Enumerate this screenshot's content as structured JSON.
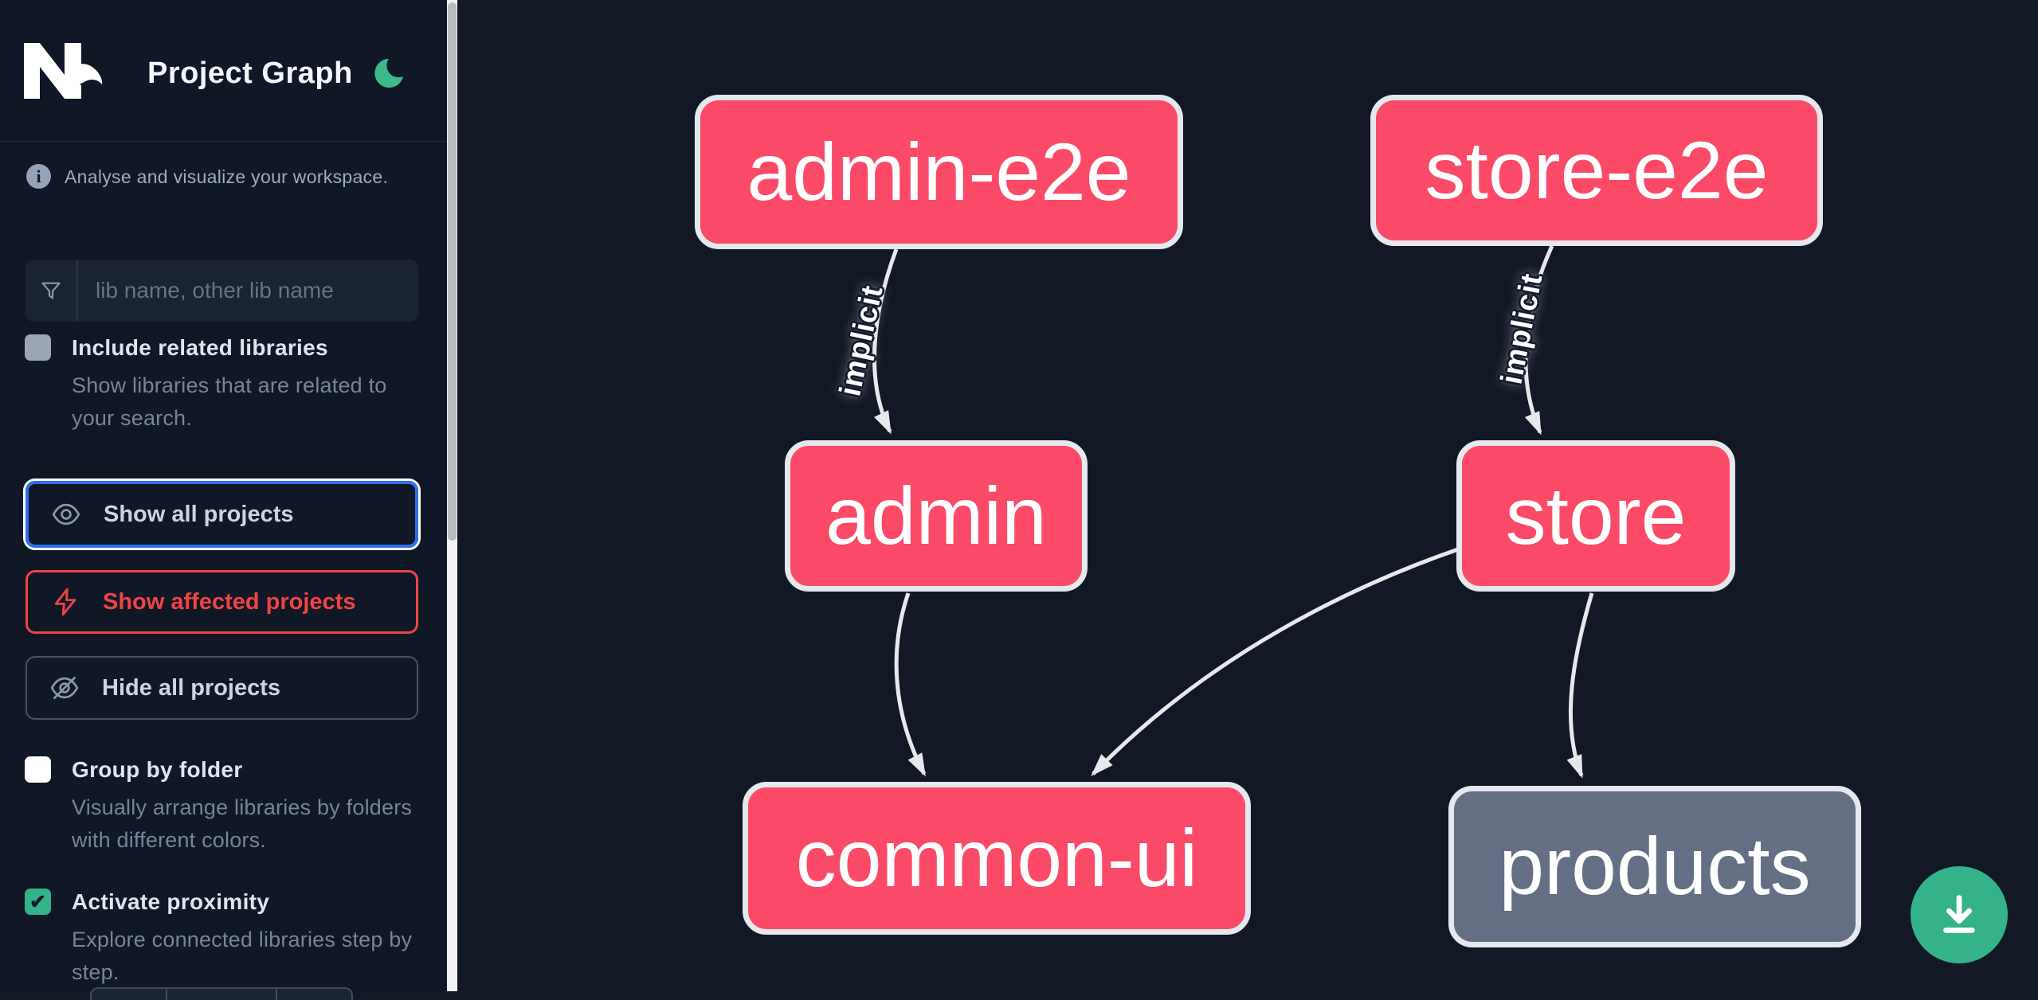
{
  "app": {
    "logo_text": "Nx",
    "title": "Project Graph"
  },
  "sidebar": {
    "info": "Analyse and visualize your workspace.",
    "search": {
      "placeholder": "lib name, other lib name"
    },
    "toggles": [
      {
        "label": "Include related libraries",
        "description": "Show libraries that are related to your search.",
        "checked": false
      },
      {
        "label": "Group by folder",
        "description": "Visually arrange libraries by folders with different colors.",
        "checked": false
      },
      {
        "label": "Activate proximity",
        "description": "Explore connected libraries step by step.",
        "checked": true
      }
    ],
    "actions": [
      {
        "label": "Show all projects",
        "icon": "eye-icon",
        "state": "focused"
      },
      {
        "label": "Show affected projects",
        "icon": "bolt-icon",
        "state": "affected"
      },
      {
        "label": "Hide all projects",
        "icon": "eye-off-icon",
        "state": "default"
      }
    ]
  },
  "graph": {
    "nodes": [
      {
        "id": "admin-e2e",
        "label": "admin-e2e",
        "status": "affected"
      },
      {
        "id": "store-e2e",
        "label": "store-e2e",
        "status": "affected"
      },
      {
        "id": "admin",
        "label": "admin",
        "status": "affected"
      },
      {
        "id": "store",
        "label": "store",
        "status": "affected"
      },
      {
        "id": "common-ui",
        "label": "common-ui",
        "status": "affected"
      },
      {
        "id": "products",
        "label": "products",
        "status": "unaffected"
      }
    ],
    "edges": [
      {
        "source": "admin-e2e",
        "target": "admin",
        "label": "implicit"
      },
      {
        "source": "store-e2e",
        "target": "store",
        "label": "implicit"
      },
      {
        "source": "admin",
        "target": "common-ui",
        "label": ""
      },
      {
        "source": "store",
        "target": "common-ui",
        "label": ""
      },
      {
        "source": "store",
        "target": "products",
        "label": ""
      }
    ]
  },
  "fab": {
    "icon": "download-icon"
  },
  "colors": {
    "accent_green": "#34b28a",
    "affected_pink": "#fa4a68",
    "unaffected_gray": "#646f85",
    "focus_blue": "#2f6feb",
    "affected_red": "#ef4444",
    "edge_gray": "#e6e8ec",
    "sidebar_bg": "#101726",
    "canvas_bg": "#121826"
  }
}
